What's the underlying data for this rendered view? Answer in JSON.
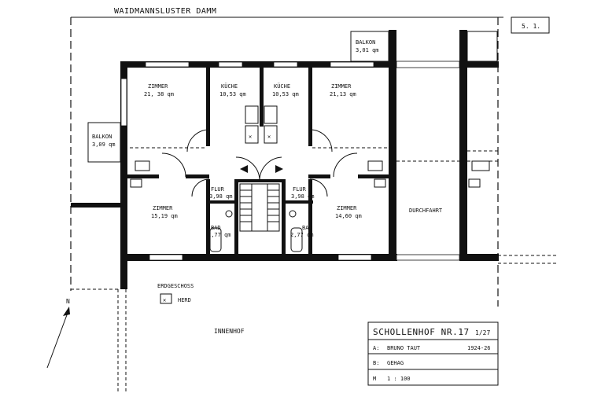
{
  "street": "WAIDMANNSLUSTER DAMM",
  "sheet_number": "5. 1.",
  "rooms": {
    "balkon_top": {
      "name": "BALKON",
      "area": "3,01 qm"
    },
    "balkon_left": {
      "name": "BALKON",
      "area": "3,09 qm"
    },
    "zimmer_top_left": {
      "name": "ZIMMER",
      "area": "21, 38 qm"
    },
    "kueche_left": {
      "name": "KÜCHE",
      "area": "10,53 qm"
    },
    "kueche_right": {
      "name": "KÜCHE",
      "area": "10,53 qm"
    },
    "zimmer_top_right": {
      "name": "ZIMMER",
      "area": "21,13 qm"
    },
    "flur_left": {
      "name": "FLUR",
      "area": "3,98 qm"
    },
    "flur_right": {
      "name": "FLUR",
      "area": "3,98 qm"
    },
    "zimmer_bottom_left": {
      "name": "ZIMMER",
      "area": "15,19 qm"
    },
    "zimmer_bottom_right": {
      "name": "ZIMMER",
      "area": "14,60 qm"
    },
    "bad_left": {
      "name": "BAD",
      "area": "2,77 qm"
    },
    "bad_right": {
      "name": "BAD",
      "area": "2,77 qm"
    }
  },
  "durchfahrt": "DURCHFAHRT",
  "erdgeschoss": "ERDGESCHOSS",
  "herd": "HERD",
  "innenhof": "INNENHOF",
  "north": "N",
  "title_block": {
    "title": "SCHOLLENHOF NR.17",
    "ref": "1/27",
    "architect_label": "A:",
    "architect": "BRUNO TAUT",
    "years": "1924-26",
    "builder_label": "B:",
    "builder": "GEHAG",
    "scale_label": "M",
    "scale": "1 : 100"
  }
}
